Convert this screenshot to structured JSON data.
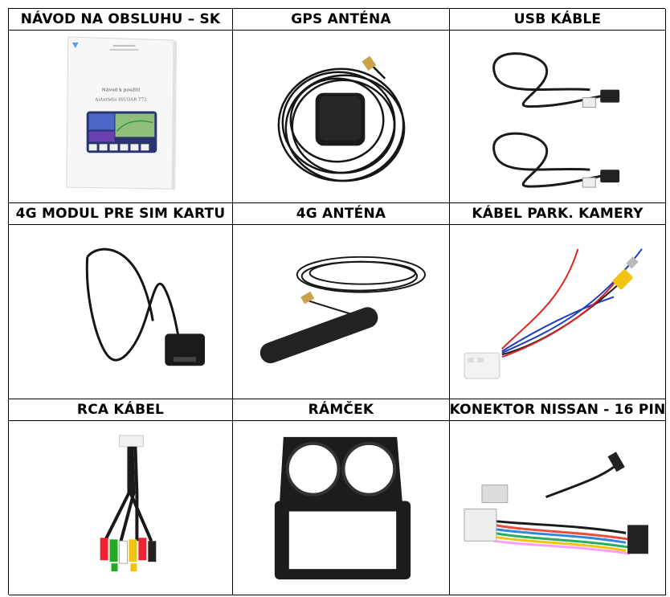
{
  "items": [
    {
      "label": "NÁVOD NA OBSLUHU – SK",
      "image": "manual-booklet"
    },
    {
      "label": "GPS ANTÉNA",
      "image": "gps-antenna"
    },
    {
      "label": "USB KÁBLE",
      "image": "usb-cables"
    },
    {
      "label": "4G MODUL PRE SIM KARTU",
      "image": "4g-sim-module"
    },
    {
      "label": "4G ANTÉNA",
      "image": "4g-antenna"
    },
    {
      "label": "KÁBEL PARK. KAMERY",
      "image": "parking-camera-cable"
    },
    {
      "label": "RCA KÁBEL",
      "image": "rca-cable"
    },
    {
      "label": "RÁMČEK",
      "image": "dash-frame"
    },
    {
      "label": "KONEKTOR NISSAN - 16 PIN",
      "image": "nissan-16-pin-connector"
    }
  ],
  "manual": {
    "title": "Návod k použití",
    "subtitle": "Autorádio ISUDAR T72"
  }
}
